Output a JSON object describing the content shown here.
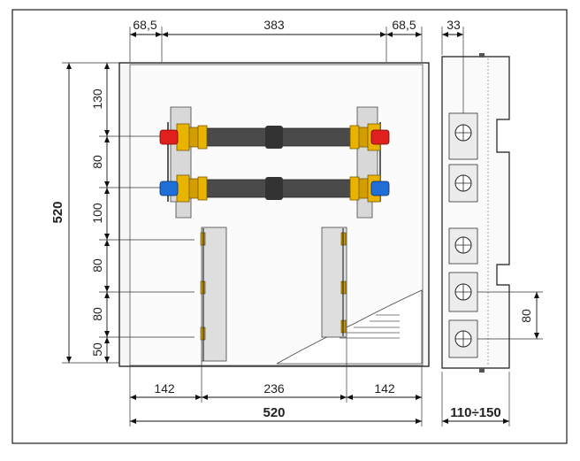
{
  "dimensions": {
    "top_left_margin": "68,5",
    "top_span": "383",
    "top_right_margin": "68,5",
    "side_depth": "33",
    "overall_height": "520",
    "v_130": "130",
    "v_80_a": "80",
    "v_100": "100",
    "v_80_b": "80",
    "v_80_c": "80",
    "v_50": "50",
    "bottom_left": "142",
    "bottom_mid": "236",
    "bottom_right": "142",
    "overall_width": "520",
    "depth_range": "110÷150",
    "side_80": "80"
  },
  "colors": {
    "frame_stroke": "#1a1a1a",
    "box_fill": "#f7f7f7",
    "pipe": "#4a4a4a",
    "brass": "#e8b400",
    "hot": "#e0201c",
    "cold": "#1f6fd6",
    "bracket": "#d8d8d8"
  }
}
